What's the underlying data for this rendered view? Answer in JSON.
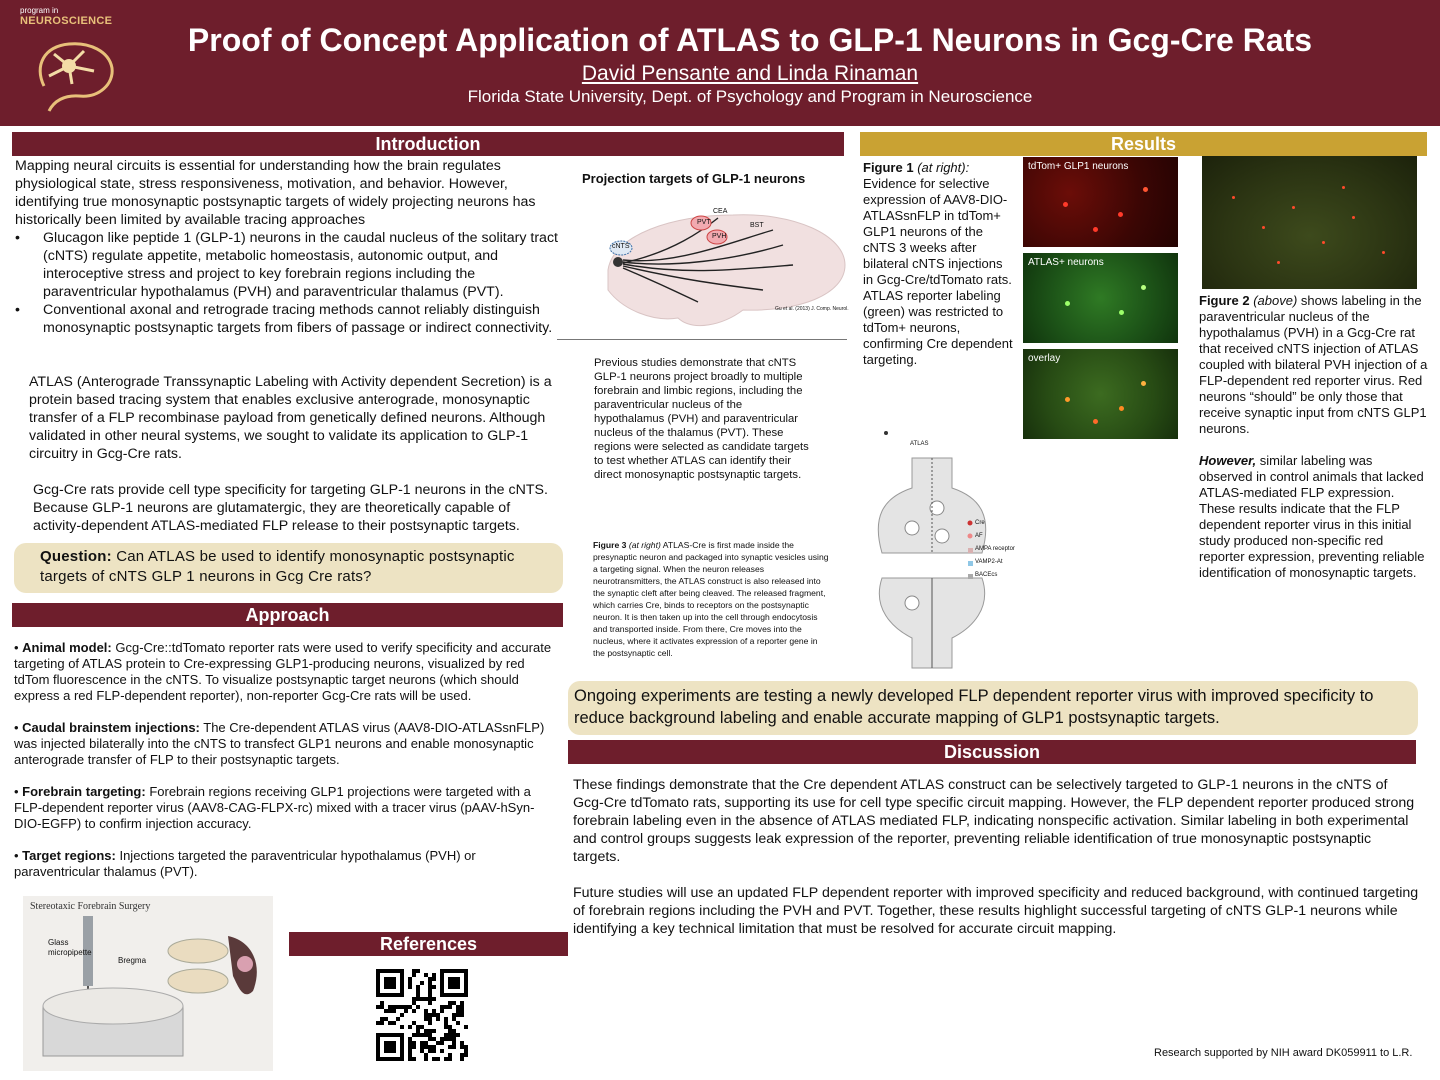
{
  "header": {
    "logo_small": "program in",
    "logo_big": "NEUROSCIENCE",
    "title": "Proof of Concept Application of ATLAS to GLP-1 Neurons in Gcg-Cre Rats",
    "authors": "David Pensante and Linda Rinaman",
    "affiliation": "Florida State University, Dept. of Psychology and Program in Neuroscience"
  },
  "introduction": {
    "heading": "Introduction",
    "para1": "Mapping neural circuits is essential for understanding how the brain regulates physiological state, stress responsiveness, motivation, and behavior. However, identifying true monosynaptic postsynaptic targets of widely projecting neurons has historically been limited by available tracing approaches",
    "bullets": [
      "Glucagon like peptide 1 (GLP-1) neurons in the caudal nucleus of the solitary tract (cNTS) regulate appetite, metabolic homeostasis, autonomic output, and interoceptive stress and project to key forebrain regions including the paraventricular hypothalamus (PVH) and paraventricular thalamus (PVT).",
      "Conventional axonal and retrograde tracing methods cannot reliably distinguish monosynaptic postsynaptic targets from fibers of passage or indirect connectivity."
    ],
    "para2": "ATLAS (Anterograde Transsynaptic Labeling with Activity dependent Secretion) is a protein based tracing system that enables exclusive anterograde, monosynaptic transfer of a FLP recombinase payload from genetically defined neurons. Although validated in other neural systems, we sought to validate its application to GLP-1 circuitry in Gcg-Cre rats.",
    "para3": "Gcg-Cre rats provide cell type specificity for targeting GLP-1 neurons in the cNTS. Because GLP-1 neurons are glutamatergic, they are theoretically capable of activity-dependent ATLAS-mediated FLP release to their postsynaptic targets."
  },
  "question": {
    "label": "Question:",
    "text": "Can ATLAS be used to identify monosynaptic postsynaptic targets of cNTS GLP 1 neurons in Gcg Cre rats?"
  },
  "approach": {
    "heading": "Approach",
    "items": [
      {
        "label": "Animal model:",
        "text": "Gcg-Cre::tdTomato reporter rats were used to verify specificity and accurate targeting of ATLAS protein to Cre-expressing GLP1-producing neurons, visualized by red tdTom fluorescence in the cNTS. To visualize postsynaptic target neurons (which should express a red FLP-dependent reporter), non-reporter Gcg-Cre rats will be used."
      },
      {
        "label": "Caudal brainstem injections:",
        "text": "The Cre-dependent ATLAS virus (AAV8-DIO-ATLASsnFLP) was injected bilaterally into the cNTS to transfect GLP1 neurons and enable monosynaptic anterograde transfer of FLP to their postsynaptic targets."
      },
      {
        "label": "Forebrain targeting:",
        "text": "Forebrain regions receiving GLP1 projections were targeted with a FLP-dependent reporter virus (AAV8-CAG-FLPX-rc) mixed with a tracer virus (pAAV-hSyn-DIO-EGFP) to confirm injection accuracy."
      },
      {
        "label": "Target regions:",
        "text": "Injections targeted the paraventricular hypothalamus (PVH) or paraventricular thalamus (PVT)."
      }
    ],
    "surgery_title": "Stereotaxic Forebrain Surgery",
    "surgery_labels": {
      "pipette": "Glass micropipette",
      "bregma": "Bregma"
    }
  },
  "references": {
    "heading": "References"
  },
  "projection": {
    "title": "Projection targets of GLP-1 neurons",
    "labels": {
      "cnts": "cNTS",
      "pvt": "PVT",
      "pvh": "PVH",
      "cea": "CEA",
      "bst": "BST",
      "citation": "Gu et al. (2013) J. Comp. Neurol."
    },
    "description": "Previous studies demonstrate that cNTS GLP-1 neurons project broadly to multiple forebrain and limbic regions, including the paraventricular nucleus of the hypothalamus (PVH) and paraventricular nucleus of the thalamus (PVT). These regions were selected as candidate targets to test whether ATLAS can identify their direct monosynaptic postsynaptic targets."
  },
  "figure3": {
    "lead": "Figure 3",
    "note": "(at right)",
    "text": "ATLAS-Cre is first made inside the presynaptic neuron and packaged into synaptic vesicles using a targeting signal. When the neuron releases neurotransmitters, the ATLAS construct is also released into the synaptic cleft after being cleaved. The released fragment, which carries Cre, binds to receptors on the postsynaptic neuron. It is then taken up into the cell through endocytosis and transported inside. From there, Cre moves into the nucleus, where it activates expression of a reporter gene in the postsynaptic cell.",
    "diagram_title": "ATLAS",
    "legend": [
      "Cre",
      "AF",
      "AMPA receptor",
      "VAMP2-At",
      "BACEcs"
    ]
  },
  "results": {
    "heading": "Results",
    "fig1_lead": "Figure 1",
    "fig1_note": "(at right):",
    "fig1_text": "Evidence for selective expression of AAV8-DIO-ATLASsnFLP in tdTom+ GLP1 neurons of the cNTS 3 weeks after bilateral cNTS injections in Gcg-Cre/tdTomato rats. ATLAS reporter labeling (green) was restricted to tdTom+ neurons, confirming Cre dependent targeting.",
    "panels": [
      "tdTom+ GLP1 neurons",
      "ATLAS+ neurons",
      "overlay"
    ],
    "fig2_lead": "Figure 2",
    "fig2_note": "(above)",
    "fig2_text": "shows labeling in the paraventricular nucleus of the hypothalamus (PVH) in a Gcg-Cre rat that received cNTS injection of ATLAS coupled with bilateral PVH injection of a FLP-dependent red reporter virus. Red neurons “should” be only those that receive synaptic input from cNTS GLP1 neurons.",
    "fig2_however": "However,",
    "fig2_text2": "similar labeling was observed in control animals that lacked ATLAS-mediated FLP expression. These results indicate that the FLP dependent reporter virus in this initial study produced non-specific red reporter expression, preventing reliable identification of monosynaptic targets."
  },
  "ongoing": "Ongoing experiments are testing a newly developed FLP dependent reporter virus with improved specificity to reduce background labeling and enable accurate mapping of GLP1 postsynaptic targets.",
  "discussion": {
    "heading": "Discussion",
    "para1": "These findings demonstrate that the Cre dependent ATLAS construct can be selectively targeted to GLP-1 neurons in the cNTS of Gcg-Cre tdTomato rats, supporting its use for cell type specific circuit mapping. However, the FLP dependent reporter produced strong forebrain labeling even in the absence of ATLAS mediated FLP, indicating nonspecific activation. Similar labeling in both experimental and control groups suggests leak expression of the reporter, preventing reliable identification of true monosynaptic postsynaptic targets.",
    "para2": "Future studies will use an updated FLP dependent reporter with improved specificity and reduced background, with continued targeting of forebrain regions including the PVH and PVT. Together, these results highlight successful targeting of cNTS GLP-1 neurons while identifying a key technical limitation that must be resolved for accurate circuit mapping."
  },
  "funding": "Research supported by NIH award DK059911 to L.R.",
  "colors": {
    "maroon": "#6e1e2c",
    "gold": "#c9a233",
    "cream": "#ede3c3"
  }
}
